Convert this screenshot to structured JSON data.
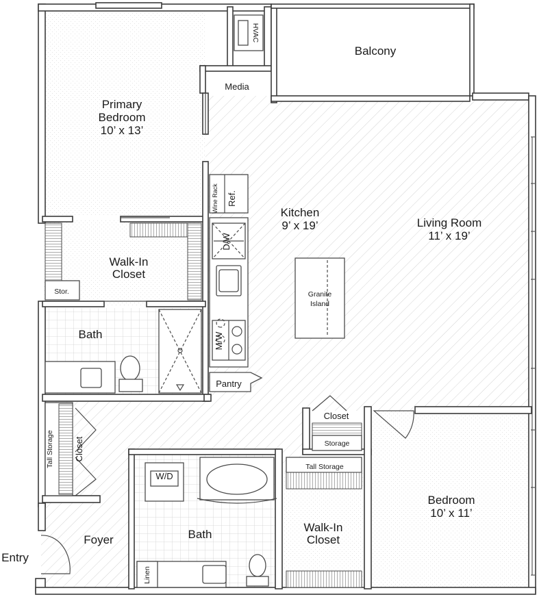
{
  "rooms": {
    "primary_bedroom": {
      "name_line1": "Primary",
      "name_line2": "Bedroom",
      "size": "10’ x 13’"
    },
    "balcony": {
      "name": "Balcony"
    },
    "hvac": {
      "name": "HVAC"
    },
    "media": {
      "name": "Media"
    },
    "wine_rack": {
      "name": "Wine Rack"
    },
    "refrigerator": {
      "name": "Ref."
    },
    "kitchen": {
      "name": "Kitchen",
      "size": "9’ x 19’"
    },
    "living_room": {
      "name": "Living Room",
      "size": "11’ x 19’"
    },
    "walk_in_closet_primary": {
      "name_line1": "Walk-In",
      "name_line2": "Closet"
    },
    "storage_small": {
      "name": "Stor."
    },
    "dishwasher": {
      "name": "D/W"
    },
    "granite_island": {
      "name_line1": "Granite",
      "name_line2": "Island"
    },
    "bath_primary": {
      "name": "Bath"
    },
    "microwave": {
      "name": "M/W"
    },
    "pantry": {
      "name": "Pantry"
    },
    "closet_hall": {
      "name": "Closet"
    },
    "storage_hall": {
      "name": "Storage"
    },
    "tall_storage_left": {
      "name": "Tall Storage"
    },
    "closet_foyer": {
      "name": "Closet"
    },
    "washer_dryer": {
      "name": "W/D"
    },
    "tall_storage_bedroom": {
      "name": "Tall Storage"
    },
    "bedroom": {
      "name": "Bedroom",
      "size": "10’ x 11’"
    },
    "bath_second": {
      "name": "Bath"
    },
    "walk_in_closet_bedroom": {
      "name_line1": "Walk-In",
      "name_line2": "Closet"
    },
    "foyer": {
      "name": "Foyer"
    },
    "entry": {
      "name": "Entry"
    },
    "linen": {
      "name": "Linen"
    }
  }
}
